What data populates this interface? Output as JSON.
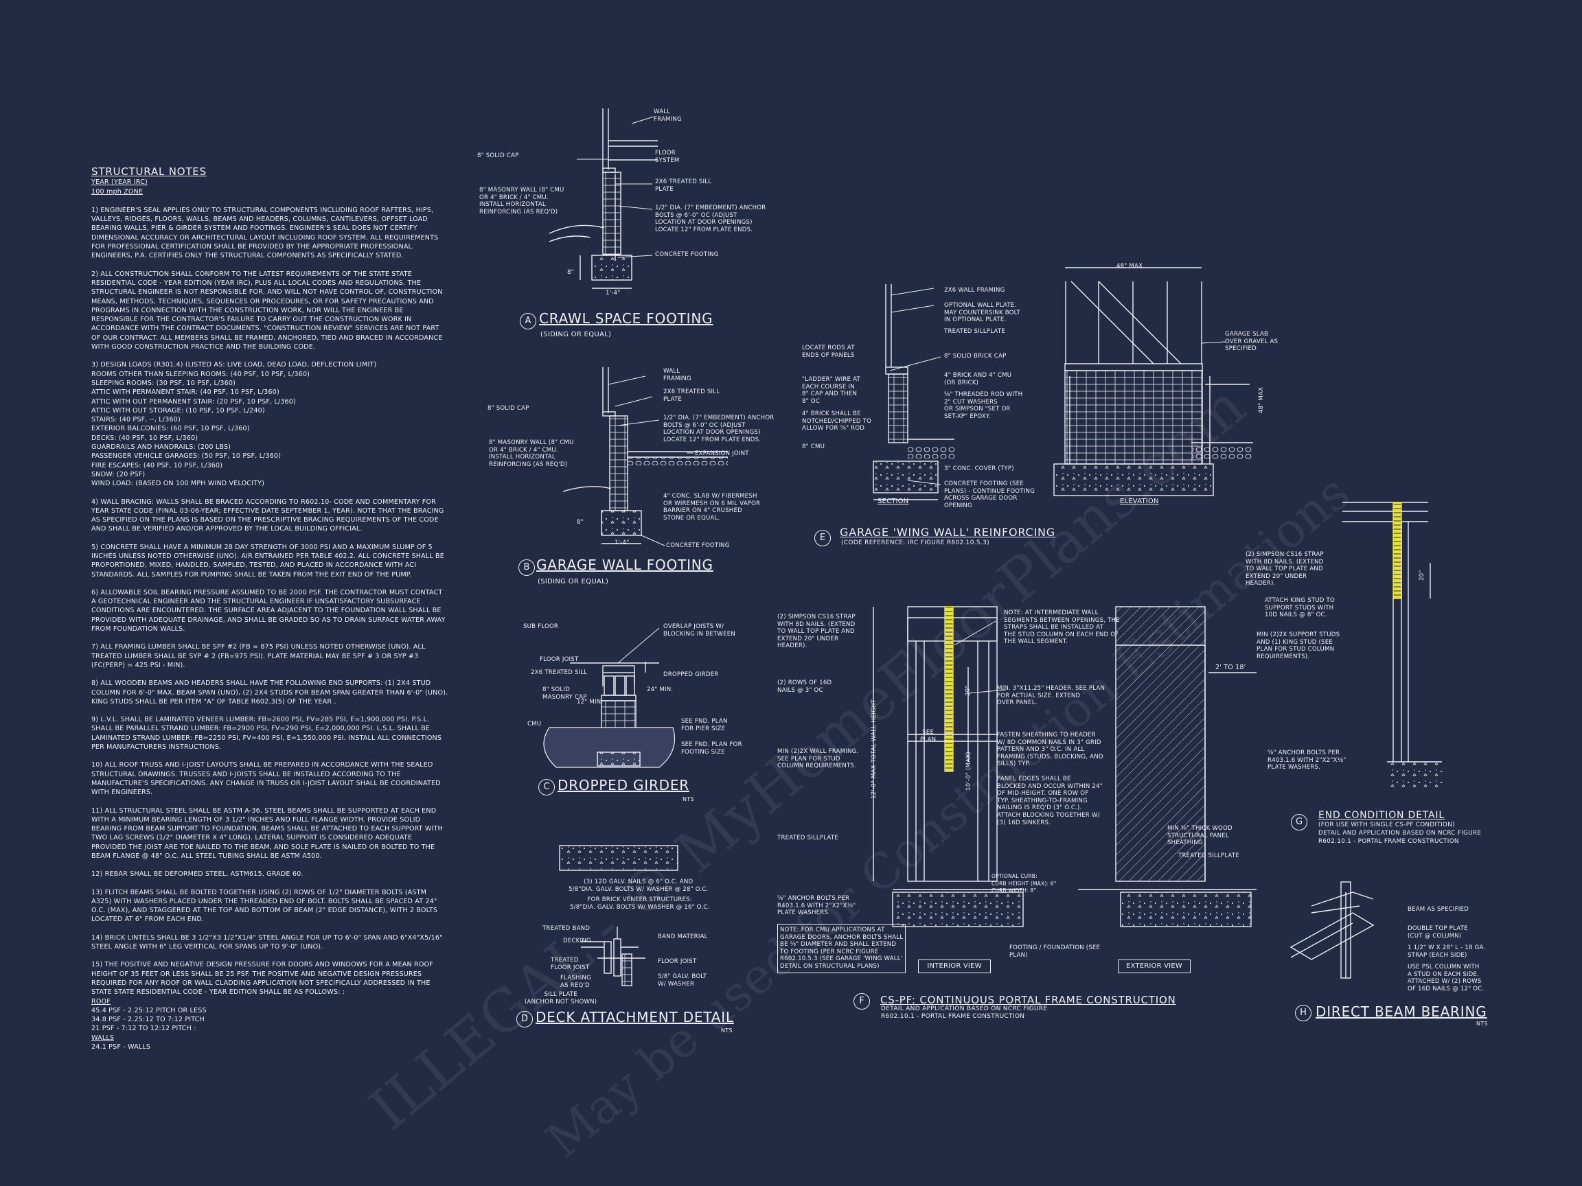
{
  "notes": {
    "title": "STRUCTURAL NOTES",
    "year_line": "YEAR (YEAR IRC)",
    "wind_zone": "100 mph ZONE",
    "n1": "1) ENGINEER'S SEAL APPLIES ONLY TO STRUCTURAL COMPONENTS INCLUDING ROOF RAFTERS, HIPS, VALLEYS, RIDGES, FLOORS, WALLS, BEAMS AND HEADERS, COLUMNS, CANTILEVERS, OFFSET LOAD BEARING WALLS, PIER & GIRDER SYSTEM AND FOOTINGS. ENGINEER'S SEAL DOES NOT CERTIFY DIMENSIONAL ACCURACY OR ARCHITECTURAL LAYOUT INCLUDING ROOF SYSTEM. ALL REQUIREMENTS FOR PROFESSIONAL CERTIFICATION SHALL BE PROVIDED BY THE APPROPRIATE PROFESSIONAL. ENGINEERS, P.A. CERTIFIES ONLY THE STRUCTURAL COMPONENTS AS SPECIFICALLY STATED.",
    "n2": "2) ALL CONSTRUCTION SHALL CONFORM TO THE LATEST REQUIREMENTS OF THE STATE STATE RESIDENTIAL CODE - YEAR EDITION (YEAR IRC), PLUS ALL LOCAL CODES AND REGULATIONS. THE STRUCTURAL ENGINEER IS NOT RESPONSIBLE FOR, AND WILL NOT HAVE CONTROL OF, CONSTRUCTION MEANS, METHODS, TECHNIQUES, SEQUENCES OR PROCEDURES, OR FOR SAFETY PRECAUTIONS AND PROGRAMS IN CONNECTION WITH THE CONSTRUCTION WORK, NOR WILL THE ENGINEER BE RESPONSIBLE FOR THE CONTRACTOR'S FAILURE TO CARRY OUT THE CONSTRUCTION WORK IN ACCORDANCE WITH THE CONTRACT DOCUMENTS. \"CONSTRUCTION REVIEW\" SERVICES ARE NOT PART OF OUR CONTRACT. ALL MEMBERS SHALL BE FRAMED, ANCHORED, TIED AND BRACED IN ACCORDANCE WITH GOOD CONSTRUCTION PRACTICE AND THE BUILDING CODE.",
    "n3_title": "3) DESIGN LOADS (R301.4) (LISTED AS: LIVE LOAD, DEAD LOAD, DEFLECTION LIMIT)",
    "loads": [
      "ROOMS OTHER THAN SLEEPING ROOMS: (40 PSF, 10 PSF, L/360)",
      "SLEEPING ROOMS: (30 PSF, 10 PSF, L/360)",
      "ATTIC WITH PERMANENT STAIR: (40 PSF, 10 PSF, L/360)",
      "ATTIC WITH OUT PERMANENT STAIR: (20 PSF, 10 PSF, L/360)",
      "ATTIC WITH OUT STORAGE: (10 PSF, 10 PSF, L/240)",
      "STAIRS: (40 PSF, --, L/360)",
      "EXTERIOR BALCONIES: (60 PSF, 10 PSF, L/360)",
      "DECKS: (40 PSF, 10 PSF, L/360)",
      "GUARDRAILS AND HANDRAILS: (200 LBS)",
      "PASSENGER VEHICLE GARAGES: (50 PSF, 10 PSF, L/360)",
      "FIRE ESCAPES: (40 PSF, 10 PSF, L/360)",
      "SNOW: (20 PSF)",
      "WIND LOAD: (BASED ON 100 MPH WIND VELOCITY)"
    ],
    "n4": "4) WALL BRACING: WALLS SHALL BE BRACED ACCORDING TO R602.10- CODE AND COMMENTARY FOR YEAR STATE CODE (FINAL 03-06-YEAR; EFFECTIVE DATE SEPTEMBER 1, YEAR). NOTE THAT THE BRACING AS SPECIFIED ON THE PLANS IS BASED ON THE PRESCRIPTIVE BRACING REQUIREMENTS OF THE CODE AND SHALL BE VERIFIED AND/OR APPROVED BY THE LOCAL BUILDING OFFICIAL.",
    "n5": "5) CONCRETE SHALL HAVE A MINIMUM 28 DAY STRENGTH OF 3000 PSI AND A MAXIMUM SLUMP OF 5 INCHES UNLESS NOTED OTHERWISE (UNO). AIR ENTRAINED PER TABLE 402.2. ALL CONCRETE SHALL BE PROPORTIONED, MIXED, HANDLED, SAMPLED, TESTED, AND PLACED IN ACCORDANCE WITH ACI STANDARDS. ALL SAMPLES FOR PUMPING SHALL BE TAKEN FROM THE EXIT END OF THE PUMP.",
    "n6": "6) ALLOWABLE SOIL BEARING PRESSURE ASSUMED TO BE 2000 PSF. THE CONTRACTOR MUST CONTACT A GEOTECHNICAL ENGINEER AND THE STRUCTURAL ENGINEER IF UNSATISFACTORY SUBSURFACE CONDITIONS ARE ENCOUNTERED. THE SURFACE AREA ADJACENT TO THE FOUNDATION WALL SHALL BE PROVIDED WITH ADEQUATE DRAINAGE, AND SHALL BE GRADED SO AS TO DRAIN SURFACE WATER AWAY FROM FOUNDATION WALLS.",
    "n7": "7) ALL FRAMING LUMBER SHALL BE SPF #2 (Fb = 875 PSI) UNLESS NOTED OTHERWISE (UNO). ALL TREATED LUMBER SHALL BE SYP # 2 (Fb=975 PSI). PLATE MATERIAL MAY BE SPF # 3 OR SYP #3 (Fc(perp) = 425 PSI - MIN).",
    "n8": "8) ALL WOODEN BEAMS AND HEADERS SHALL HAVE THE FOLLOWING END SUPPORTS: (1) 2x4 STUD COLUMN FOR 6'-0\" MAX. BEAM SPAN (UNO), (2) 2X4 STUDS FOR BEAM SPAN GREATER THAN 6'-0\" (UNO). KING STUDS SHALL BE PER ITEM \"a\" OF TABLE R602.3(5) OF THE YEAR .",
    "n9": "9) L.V.L. SHALL BE LAMINATED VENEER LUMBER: Fb=2600 PSI, Fv=285 PSI, E=1,900,000 PSI. P.S.L. SHALL BE PARALLEL STRAND LUMBER: Fb=2900 PSI, Fv=290 PSI, E=2,000,000 PSI. L.S.L. SHALL BE LAMINATED STRAND LUMBER: Fb=2250 PSI, Fv=400 PSI, E=1,550,000 PSI. INSTALL ALL CONNECTIONS PER MANUFACTURERS INSTRUCTIONS.",
    "n10": "10) ALL ROOF TRUSS AND I-JOIST LAYOUTS SHALL BE PREPARED IN ACCORDANCE WITH THE SEALED STRUCTURAL DRAWINGS. TRUSSES AND I-JOISTS SHALL BE INSTALLED ACCORDING TO THE MANUFACTURE'S SPECIFICATIONS. ANY CHANGE IN TRUSS OR I-JOIST LAYOUT SHALL BE COORDINATED WITH ENGINEERS.",
    "n11": "11) ALL STRUCTURAL STEEL SHALL BE ASTM A-36. STEEL BEAMS SHALL BE SUPPORTED AT EACH END WITH A MINIMUM BEARING LENGTH OF 3 1/2\" INCHES AND FULL FLANGE WIDTH. PROVIDE SOLID BEARING FROM BEAM SUPPORT TO FOUNDATION. BEAMS SHALL BE ATTACHED TO EACH SUPPORT WITH TWO LAG SCREWS (1/2\" DIAMETER x 4\" LONG). LATERAL SUPPORT IS CONSIDERED ADEQUATE PROVIDED THE JOIST ARE TOE NAILED TO THE BEAM, AND SOLE PLATE IS NAILED OR BOLTED TO THE BEAM FLANGE @ 48\" O.C. ALL STEEL TUBING SHALL BE ASTM A500.",
    "n12": "12) REBAR SHALL BE DEFORMED STEEL, ASTM615, GRADE 60.",
    "n13": "13) FLITCH BEAMS SHALL BE BOLTED TOGETHER USING (2) ROWS OF 1/2\" DIAMETER BOLTS (ASTM A325) WITH WASHERS PLACED UNDER THE THREADED END OF BOLT. BOLTS SHALL BE SPACED AT 24\" O.C. (MAX), AND STAGGERED AT THE TOP AND BOTTOM OF BEAM (2\" EDGE DISTANCE), WITH 2 BOLTS LOCATED AT 6\" FROM EACH END.",
    "n14": "14) BRICK LINTELS SHALL BE 3 1/2\"x3 1/2\"x1/4\" STEEL ANGLE FOR UP TO 6'-0\" SPAN AND 6\"x4\"x5/16\" STEEL ANGLE WITH 6\" LEG VERTICAL FOR SPANS UP TO 9'-0\" (UNO).",
    "n15": "15) THE POSITIVE AND NEGATIVE DESIGN PRESSURE FOR DOORS AND WINDOWS FOR A MEAN ROOF HEIGHT OF 35 FEET OR LESS SHALL BE 25 PSF. THE POSITIVE AND NEGATIVE DESIGN PRESSURES REQUIRED FOR ANY ROOF OR WALL CLADDING APPLICATION NOT SPECIFICALLY ADDRESSED IN THE STATE STATE RESIDENTIAL CODE - YEAR EDITION SHALL BE AS FOLLOWS: :",
    "roof_label": "ROOF",
    "roof_lines": [
      "45.4 PSF - 2.25:12 PITCH OR LESS",
      "34.8 PSF - 2.25:12 TO 7:12 PITCH",
      "21 PSF - 7:12 TO 12:12 PITCH :"
    ],
    "walls_label": "WALLS",
    "walls_line": "24.1 PSF - WALLS"
  },
  "details": {
    "A": {
      "tag": "A",
      "title": "CRAWL SPACE FOOTING",
      "sub": "(SIDING OR EQUAL)",
      "labels": [
        "WALL\nFRAMING",
        "8\" SOLID CAP",
        "FLOOR\nSYSTEM",
        "2x6 TREATED SILL\nPLATE",
        "8\" MASONRY WALL (8\" CMU\nOR 4\" BRICK / 4\" CMU.\nINSTALL HORIZONTAL\nREINFORCING (AS REQ'D)",
        "1/2\" DIA. (7\" EMBEDMENT) ANCHOR\nBOLTS @ 6'-0\" OC (ADJUST\nLOCATION AT DOOR OPENINGS)\nLOCATE 12\" FROM PLATE ENDS.",
        "CONCRETE FOOTING",
        "8\"",
        "1'-4\""
      ]
    },
    "B": {
      "tag": "B",
      "title": "GARAGE WALL FOOTING",
      "sub": "(SIDING OR EQUAL)",
      "labels": [
        "WALL\nFRAMING",
        "2x6 TREATED SILL\nPLATE",
        "8\" SOLID CAP",
        "1/2\" DIA. (7\" EMBEDMENT) ANCHOR\nBOLTS @ 6'-0\" OC (ADJUST\nLOCATION AT DOOR OPENINGS)\nLOCATE 12\" FROM PLATE ENDS.",
        "8\" MASONRY WALL (8\" CMU\nOR 4\" BRICK / 4\" CMU.\nINSTALL HORIZONTAL\nREINFORCING (AS REQ'D)",
        "EXPANSION JOINT",
        "4\" CONC. SLAB w/ FIBERMESH\nOR WIREMESH ON 6 MIL VAPOR\nBARRIER ON 4\" CRUSHED\nSTONE OR EQUAL.",
        "CONCRETE FOOTING",
        "8\"",
        "1'-4\""
      ]
    },
    "C": {
      "tag": "C",
      "title": "DROPPED GIRDER",
      "nts": "NTS",
      "labels": [
        "SUB FLOOR",
        "OVERLAP JOISTS W/\nBLOCKING IN BETWEEN",
        "FLOOR JOIST",
        "2x6 TREATED SILL",
        "DROPPED GIRDER",
        "8\" SOLID\nMASONRY CAP",
        "CMU",
        "SEE FND. PLAN\nFOR PIER SIZE",
        "SEE FND. PLAN FOR\nFOOTING SIZE",
        "12\" MIN.",
        "24\" MIN."
      ]
    },
    "D": {
      "tag": "D",
      "title": "DECK ATTACHMENT DETAIL",
      "nts": "NTS",
      "labels": [
        "(3) 12d GALV. NAILS @ 6\" O.C. AND\n5/8\"dia. GALV. BOLTS W/ WASHER @ 28\" O.C.",
        "FOR BRICK VENEER STRUCTURES:\n5/8\"dia. GALV. BOLTS W/ WASHER @ 16\" O.C.",
        "TREATED BAND",
        "DECKING",
        "TREATED\nFLOOR JOIST",
        "FLASHING\nAS REQ'D",
        "SILL PLATE\n(ANCHOR NOT SHOWN)",
        "BAND MATERIAL",
        "FLOOR JOIST",
        "5/8\" GALV. BOLT\nW/ WASHER"
      ]
    },
    "E": {
      "tag": "E",
      "title": "GARAGE 'WING WALL' REINFORCING",
      "sub": "(CODE REFERENCE: IRC FIGURE R602.10.5.3)",
      "labels": [
        "2x6 WALL FRAMING",
        "OPTIONAL WALL PLATE.\nMAY COUNTERSINK BOLT\nIN OPTIONAL PLATE.",
        "TREATED SILLPLATE",
        "LOCATE RODS AT\nENDS OF PANELS",
        "8\" SOLID BRICK CAP",
        "\"LADDER\" WIRE AT\nEACH COURSE IN\n8\" CAP AND THEN\n8\" OC",
        "4\" BRICK AND 4\" CMU\n(OR BRICK)",
        "4\" BRICK SHALL BE\nNOTCHED/CHIPPED TO\nALLOW FOR ⅝\" ROD",
        "⅝\" THREADED ROD WITH\n2\" CUT WASHERS\nOR SIMPSON \"SET OR\nSET-XP\" EPOXY.",
        "8\" CMU",
        "3\" CONC. COVER (TYP)",
        "CONCRETE FOOTING (SEE\nPLANS) - CONTINUE FOOTING\nACROSS GARAGE DOOR\nOPENING",
        "SECTION",
        "ELEVATION",
        "48\" MAX",
        "GARAGE SLAB\nOVER GRAVEL AS\nSPECIFIED",
        "48\" MAX"
      ]
    },
    "F": {
      "tag": "F",
      "title": "CS-PF: CONTINUOUS PORTAL FRAME CONSTRUCTION",
      "sub1": "DETAIL AND APPLICATION BASED ON NCRC FIGURE",
      "sub2": "R602.10.1 - PORTAL FRAME CONSTRUCTION",
      "labels": [
        "(2) SIMPSON CS16 STRAP\nWITH 8d NAILS. (EXTEND\nTO WALL TOP PLATE AND\nEXTEND 20\" UNDER\nHEADER).",
        "(2) ROWS OF 16d\nNAILS @ 3\" OC",
        "MIN (2)2X WALL FRAMING.\nSEE PLAN FOR STUD\nCOLUMN REQUIREMENTS.",
        "TREATED SILLPLATE",
        "⅝\" ANCHOR BOLTS PER\nR403.1.6 WITH 2\"x2\"x⅛\"\nPLATE WASHERS.",
        "NOTE: FOR CMU APPLICATIONS AT\nGARAGE DOORS, ANCHOR BOLTS SHALL\nBE ⅝\" DIAMETER AND SHALL EXTEND\nTO FOOTING (PER NCRC FIGURE\nR602.10.5.3 (SEE GARAGE 'WING WALL'\nDETAIL ON STRUCTURAL PLANS)",
        "NOTE: AT INTERMEDIATE WALL\nSEGMENTS BETWEEN OPENINGS, THE\nSTRAPS SHALL BE INSTALLED AT\nTHE STUD COLUMN ON EACH END OF\nTHE WALL SEGMENT.",
        "MIN. 3\"x11.25\" HEADER. SEE PLAN\nFOR ACTUAL SIZE. EXTEND\nOVER PANEL.",
        "FASTEN SHEATHING TO HEADER\nW/ 8d COMMON NAILS IN 3\" GRID\nPATTERN AND 3\" O.C. IN ALL\nFRAMING (STUDS, BLOCKING, AND\nSILLS) TYP.",
        "PANEL EDGES SHALL BE\nBLOCKED AND OCCUR WITHIN 24\"\nOF MID-HEIGHT. ONE ROW OF\nTYP. SHEATHING-TO-FRAMING\nNAILING IS REQ'D (3\" O.C.).\nATTACH BLOCKING TOGETHER W/\n(3) 16d SINKERS.",
        "OPTIONAL CURB:\nCURB HEIGHT (MAX): 6\"\nCURB WIDTH: 8\"",
        "FOOTING / FOUNDATION (SEE\nPLAN)",
        "MIN ⅜\" THICK WOOD\nSTRUCTURAL PANEL\nSHEATHING",
        "TREATED SILLPLATE",
        "2' TO 18'",
        "SEE\nPLAN",
        "20\"",
        "12'-0\" MAX TOTAL WALL HEIGHT",
        "10'-0\" (MAX)",
        "INTERIOR VIEW",
        "EXTERIOR VIEW"
      ]
    },
    "G": {
      "tag": "G",
      "title": "END CONDITION DETAIL",
      "sub1": "(FOR USE WITH SINGLE CS-PF CONDITION)",
      "sub2": "DETAIL AND APPLICATION BASED ON NCRC FIGURE",
      "sub3": "R602.10.1 - PORTAL FRAME CONSTRUCTION",
      "labels": [
        "(2) SIMPSON CS16 STRAP\nWITH 8d NAILS. (EXTEND\nTO WALL TOP PLATE AND\nEXTEND 20\" UNDER\nHEADER).",
        "ATTACH KING STUD TO\nSUPPORT STUDS WITH\n10d NAILS @ 8\" OC.",
        "MIN (2)2X SUPPORT STUDS\nAND (1) KING STUD (SEE\nPLAN FOR STUD COLUMN\nREQUIREMENTS).",
        "⅝\" ANCHOR BOLTS PER\nR403.1.6 WITH 2\"x2\"x⅛\"\nPLATE WASHERS.",
        "20\""
      ]
    },
    "H": {
      "tag": "H",
      "title": "DIRECT BEAM BEARING",
      "nts": "NTS",
      "labels": [
        "BEAM AS SPECIFIED",
        "DOUBLE TOP PLATE\n(CUT @ COLUMN)",
        "1 1/2\" W x 28\" L - 18 GA.\nSTRAP (EACH SIDE)",
        "USE PSL COLUMN WITH\nA STUD ON EACH SIDE.\nATTACHED W/ (2) ROWS\nOF 16d NAILS @ 12\" OC."
      ]
    }
  },
  "watermark": {
    "line1": "ILLEGAL - © MyHomeFloorPlans.com",
    "line2": "May be used for Construction Estimations"
  },
  "colors": {
    "background": "#232a44",
    "line": "#eef0f6",
    "highlight": "#e8e23a"
  }
}
